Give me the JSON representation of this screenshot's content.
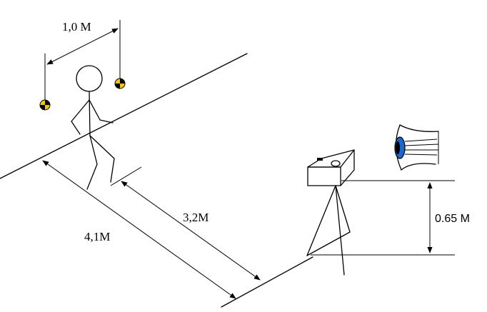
{
  "labels": {
    "marker_spacing": "1,0 M",
    "camera_distance": "3,2M",
    "total_distance": "4,1M",
    "camera_height": "0.65 M"
  },
  "colors": {
    "line": "#000000",
    "iris": "#1a66cc",
    "marker_yellow": "#f2c21b"
  },
  "icons": {
    "camera": "camera-icon",
    "eye": "eye-icon",
    "marker": "calibration-marker-icon"
  }
}
